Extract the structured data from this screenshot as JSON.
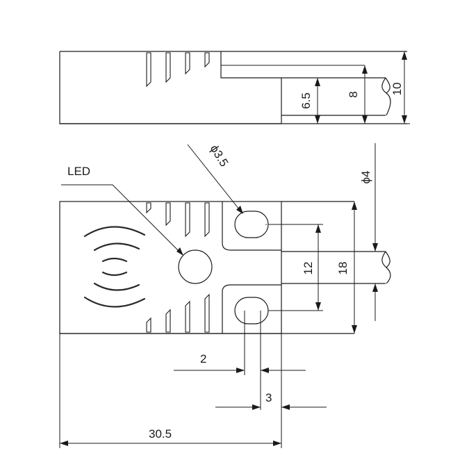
{
  "labels": {
    "led": "LED",
    "hole_diameter": "ϕ3.5",
    "cable_diameter": "ϕ4",
    "dim_6_5": "6.5",
    "dim_8": "8",
    "dim_10": "10",
    "dim_12": "12",
    "dim_18": "18",
    "dim_2": "2",
    "dim_3": "3",
    "dim_30_5": "30.5"
  }
}
